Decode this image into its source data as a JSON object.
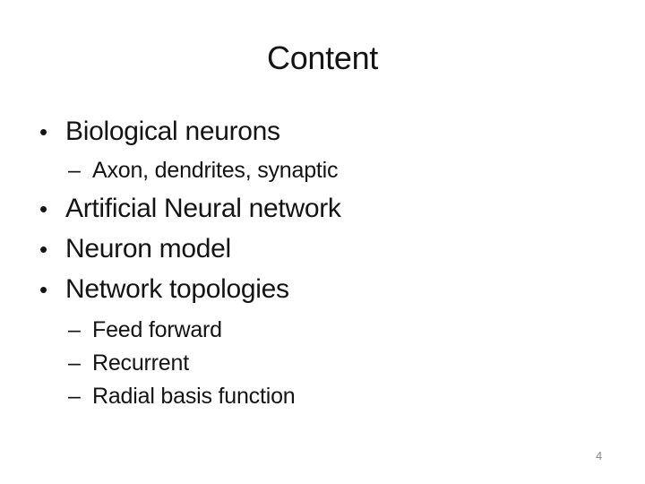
{
  "slide": {
    "title": "Content",
    "bullets": [
      {
        "level": 1,
        "text": "Biological neurons"
      },
      {
        "level": 2,
        "text": "Axon, dendrites, synaptic"
      },
      {
        "level": 1,
        "text": "Artificial Neural network"
      },
      {
        "level": 1,
        "text": "Neuron model"
      },
      {
        "level": 1,
        "text": "Network topologies"
      },
      {
        "level": 2,
        "text": "Feed forward"
      },
      {
        "level": 2,
        "text": "Recurrent"
      },
      {
        "level": 2,
        "text": "Radial basis function"
      }
    ],
    "markers": {
      "bullet_glyph": "•",
      "dash_glyph": "–"
    },
    "page_number": "4",
    "colors": {
      "background": "#ffffff",
      "text": "#141414",
      "page_number": "#8a8a8a"
    }
  }
}
